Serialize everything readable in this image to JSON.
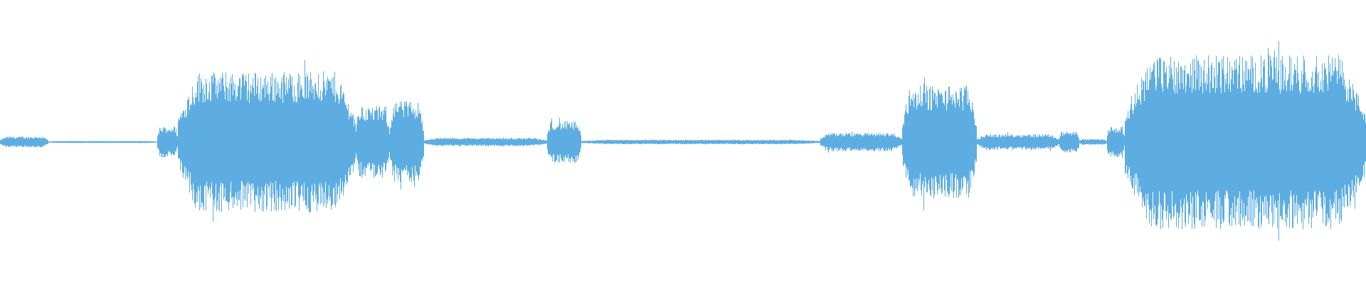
{
  "waveform": {
    "color": "#5dade2",
    "background": "#ffffff",
    "segments": [
      {
        "start": 0.0,
        "end": 0.035,
        "amp": 0.04
      },
      {
        "start": 0.035,
        "end": 0.115,
        "amp": 0.005
      },
      {
        "start": 0.115,
        "end": 0.13,
        "amp": 0.12
      },
      {
        "start": 0.13,
        "end": 0.26,
        "amp": 0.55
      },
      {
        "start": 0.26,
        "end": 0.285,
        "amp": 0.28
      },
      {
        "start": 0.285,
        "end": 0.31,
        "amp": 0.32
      },
      {
        "start": 0.31,
        "end": 0.4,
        "amp": 0.03
      },
      {
        "start": 0.4,
        "end": 0.425,
        "amp": 0.16
      },
      {
        "start": 0.425,
        "end": 0.6,
        "amp": 0.015
      },
      {
        "start": 0.6,
        "end": 0.66,
        "amp": 0.07
      },
      {
        "start": 0.66,
        "end": 0.715,
        "amp": 0.44
      },
      {
        "start": 0.715,
        "end": 0.775,
        "amp": 0.06
      },
      {
        "start": 0.775,
        "end": 0.79,
        "amp": 0.08
      },
      {
        "start": 0.79,
        "end": 0.81,
        "amp": 0.02
      },
      {
        "start": 0.81,
        "end": 0.823,
        "amp": 0.12
      },
      {
        "start": 0.823,
        "end": 1.0,
        "amp": 0.68
      }
    ]
  }
}
